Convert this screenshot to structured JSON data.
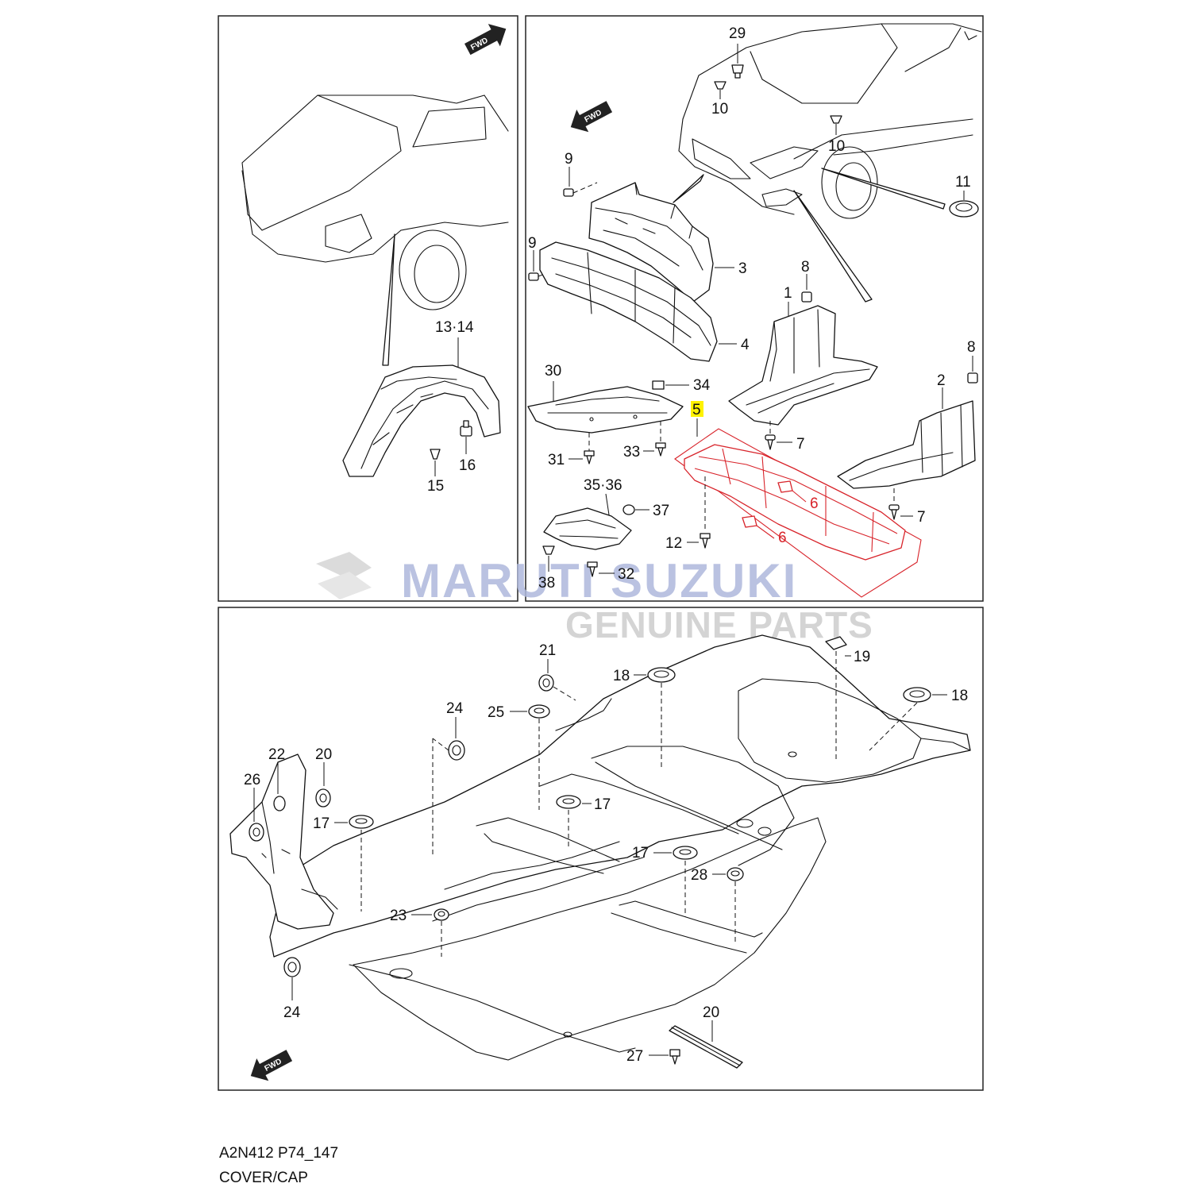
{
  "callouts": {
    "c13_14": "13·14",
    "c15": "15",
    "c16": "16",
    "c29": "29",
    "c10a": "10",
    "c10b": "10",
    "c11": "11",
    "c9a": "9",
    "c9b": "9",
    "c3": "3",
    "c4": "4",
    "c8a": "8",
    "c8b": "8",
    "c1": "1",
    "c2": "2",
    "c30": "30",
    "c34": "34",
    "c5": "5",
    "c7a": "7",
    "c7b": "7",
    "c31": "31",
    "c33": "33",
    "c6a": "6",
    "c6b": "6",
    "c35_36": "35·36",
    "c37": "37",
    "c12": "12",
    "c38": "38",
    "c32": "32",
    "c21": "21",
    "c18a": "18",
    "c19": "19",
    "c18b": "18",
    "c24a": "24",
    "c25": "25",
    "c22": "22",
    "c20a": "20",
    "c26": "26",
    "c17a": "17",
    "c17b": "17",
    "c17c": "17",
    "c28": "28",
    "c23": "23",
    "c24b": "24",
    "c20b": "20",
    "c27": "27"
  },
  "fwd_label": "FWD",
  "watermark": {
    "brand": "MARUTI SUZUKI",
    "sub": "GENUINE PARTS"
  },
  "footer": {
    "code": "A2N412 P74_147",
    "title": "COVER/CAP"
  },
  "colors": {
    "highlight": "#d8232a",
    "callout_marker": "#fff200",
    "watermark_brand": "#aeb8dc"
  }
}
